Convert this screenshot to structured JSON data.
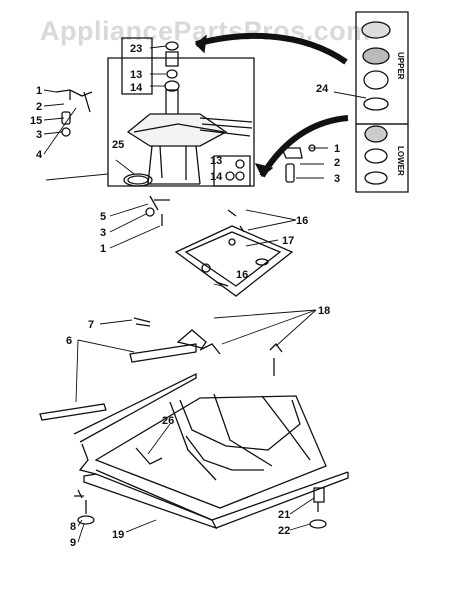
{
  "watermark": "AppliancePartsPros.com",
  "legend": {
    "upper": "UPPER",
    "lower": "LOWER"
  },
  "callouts": {
    "c1": "1",
    "c2": "2",
    "c3": "3",
    "c4": "4",
    "c5": "5",
    "c6": "6",
    "c7": "7",
    "c8": "8",
    "c9": "9",
    "c13": "13",
    "c14": "14",
    "c15": "15",
    "c16": "16",
    "c17": "17",
    "c18": "18",
    "c19": "19",
    "c21": "21",
    "c22": "22",
    "c23": "23",
    "c24": "24",
    "c25": "25",
    "c26": "26"
  }
}
